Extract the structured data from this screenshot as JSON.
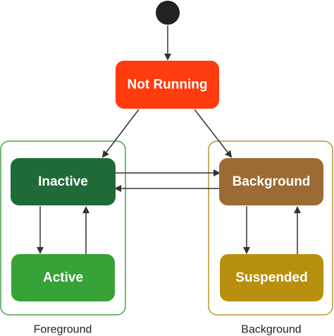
{
  "diagram": {
    "states": {
      "not_running": {
        "label": "Not Running",
        "color": "#ff3b0f"
      },
      "inactive": {
        "label": "Inactive",
        "color": "#1e6b37"
      },
      "active": {
        "label": "Active",
        "color": "#37a237"
      },
      "background": {
        "label": "Background",
        "color": "#9c6a34"
      },
      "suspended": {
        "label": "Suspended",
        "color": "#b8900f"
      }
    },
    "groups": {
      "foreground": {
        "label": "Foreground",
        "border_color": "#4aa44a"
      },
      "background": {
        "label": "Background",
        "border_color": "#b9942c"
      }
    },
    "start_node_color": "#222222",
    "arrow_color": "#333333"
  }
}
